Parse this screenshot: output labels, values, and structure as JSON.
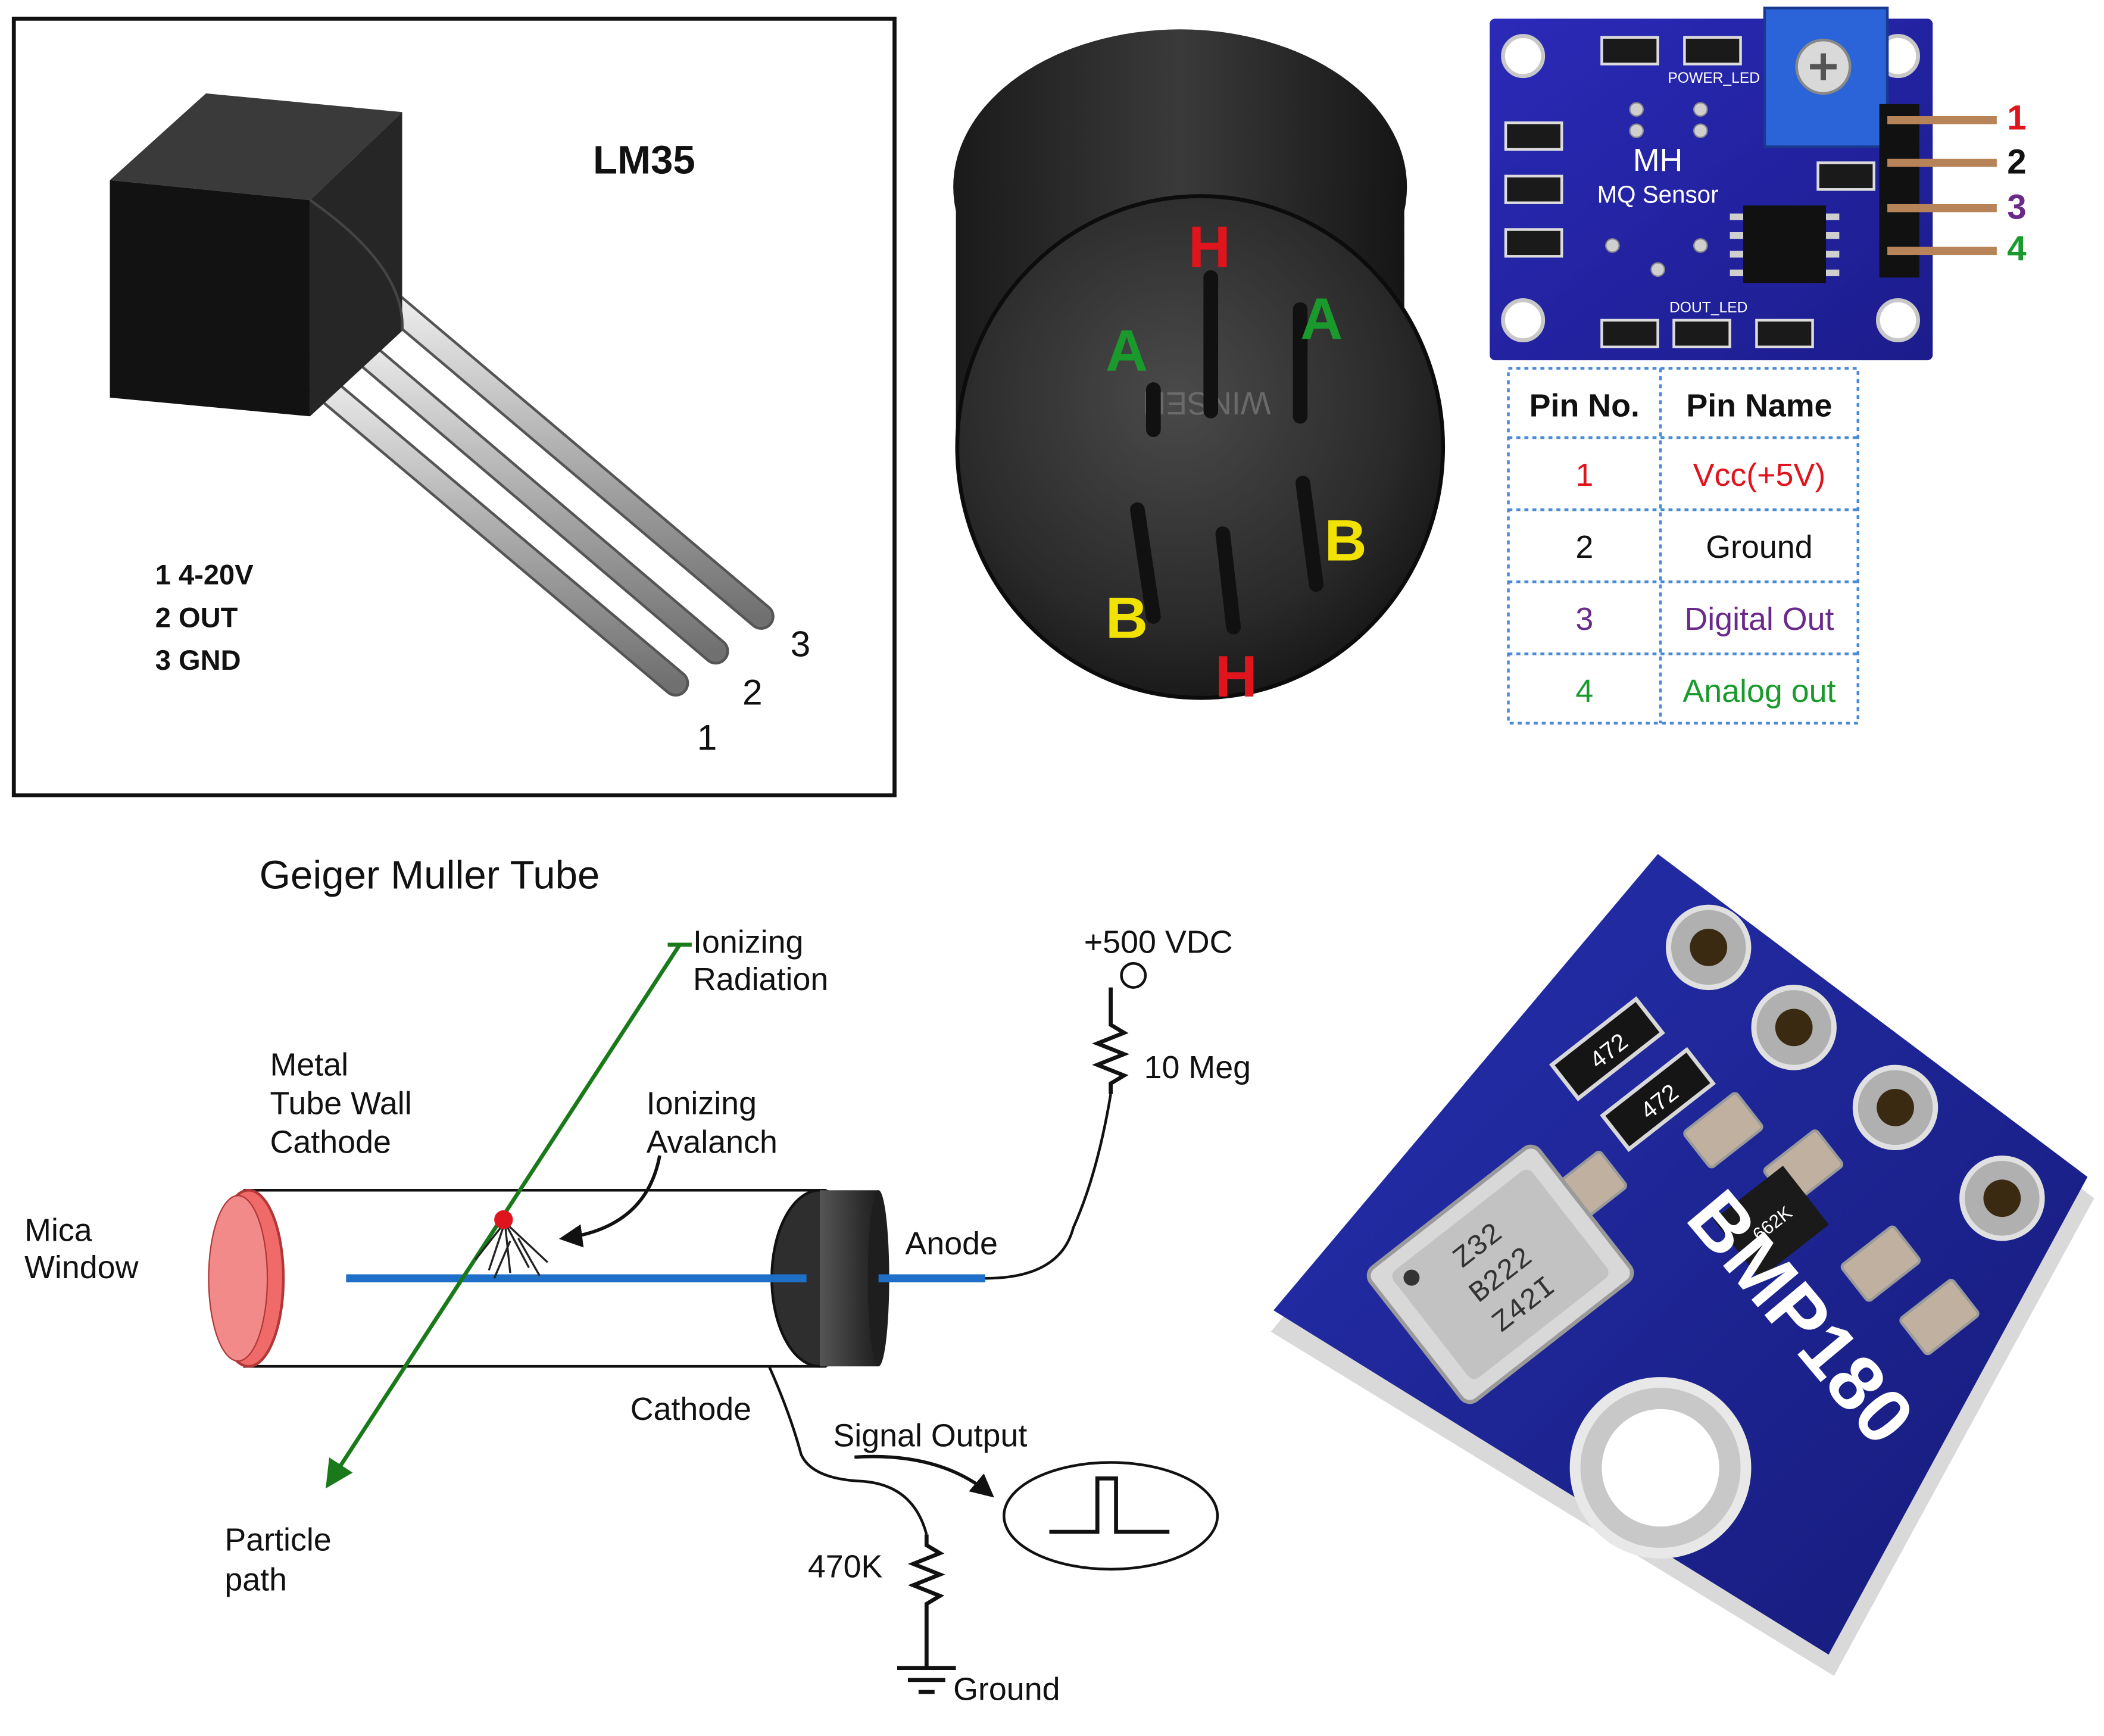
{
  "lm35": {
    "title": "LM35",
    "pin_list": [
      "1 4-20V",
      "2 OUT",
      "3 GND"
    ],
    "leg_numbers": [
      "1",
      "2",
      "3"
    ]
  },
  "mq_sensor": {
    "pin_letters": [
      "H",
      "A",
      "A",
      "B",
      "B",
      "H"
    ],
    "engraving": "WINSEN",
    "colors": {
      "H": "#e0141c",
      "A": "#1a9a2c",
      "B": "#f2e200"
    }
  },
  "mq_module": {
    "board_label_1": "MH",
    "board_label_2": "MQ Sensor",
    "power_led_label": "POWER_LED",
    "dout_led_label": "DOUT_LED",
    "header_numbers": [
      "1",
      "2",
      "3",
      "4"
    ],
    "header_colors": [
      "#e0141c",
      "#111111",
      "#6a2a8a",
      "#1a9a2c"
    ],
    "table": {
      "headers": [
        "Pin No.",
        "Pin Name"
      ],
      "rows": [
        {
          "no": "1",
          "name": "Vcc(+5V)",
          "color": "#e0141c"
        },
        {
          "no": "2",
          "name": "Ground",
          "color": "#111111"
        },
        {
          "no": "3",
          "name": "Digital Out",
          "color": "#6a2a8a"
        },
        {
          "no": "4",
          "name": "Analog out",
          "color": "#1a9a2c"
        }
      ]
    }
  },
  "geiger": {
    "title": "Geiger Muller Tube",
    "radiation": [
      "Ionizing",
      "Radiation"
    ],
    "voltage": "+500 VDC",
    "resistor_top": "10 Meg",
    "tube_wall": [
      "Metal",
      "Tube Wall",
      "Cathode"
    ],
    "avalanche": [
      "Ionizing",
      "Avalanch"
    ],
    "mica": [
      "Mica",
      "Window"
    ],
    "anode": "Anode",
    "cathode": "Cathode",
    "signal": "Signal Output",
    "particle": [
      "Particle",
      "path"
    ],
    "resistor_bottom": "470K",
    "ground": "Ground"
  },
  "bmp180": {
    "board_label": "BMP180",
    "chip_lines": [
      "Z32",
      "B222",
      "Z42I"
    ],
    "resistor_marks": [
      "472",
      "472"
    ],
    "regulator_mark": "662K"
  }
}
